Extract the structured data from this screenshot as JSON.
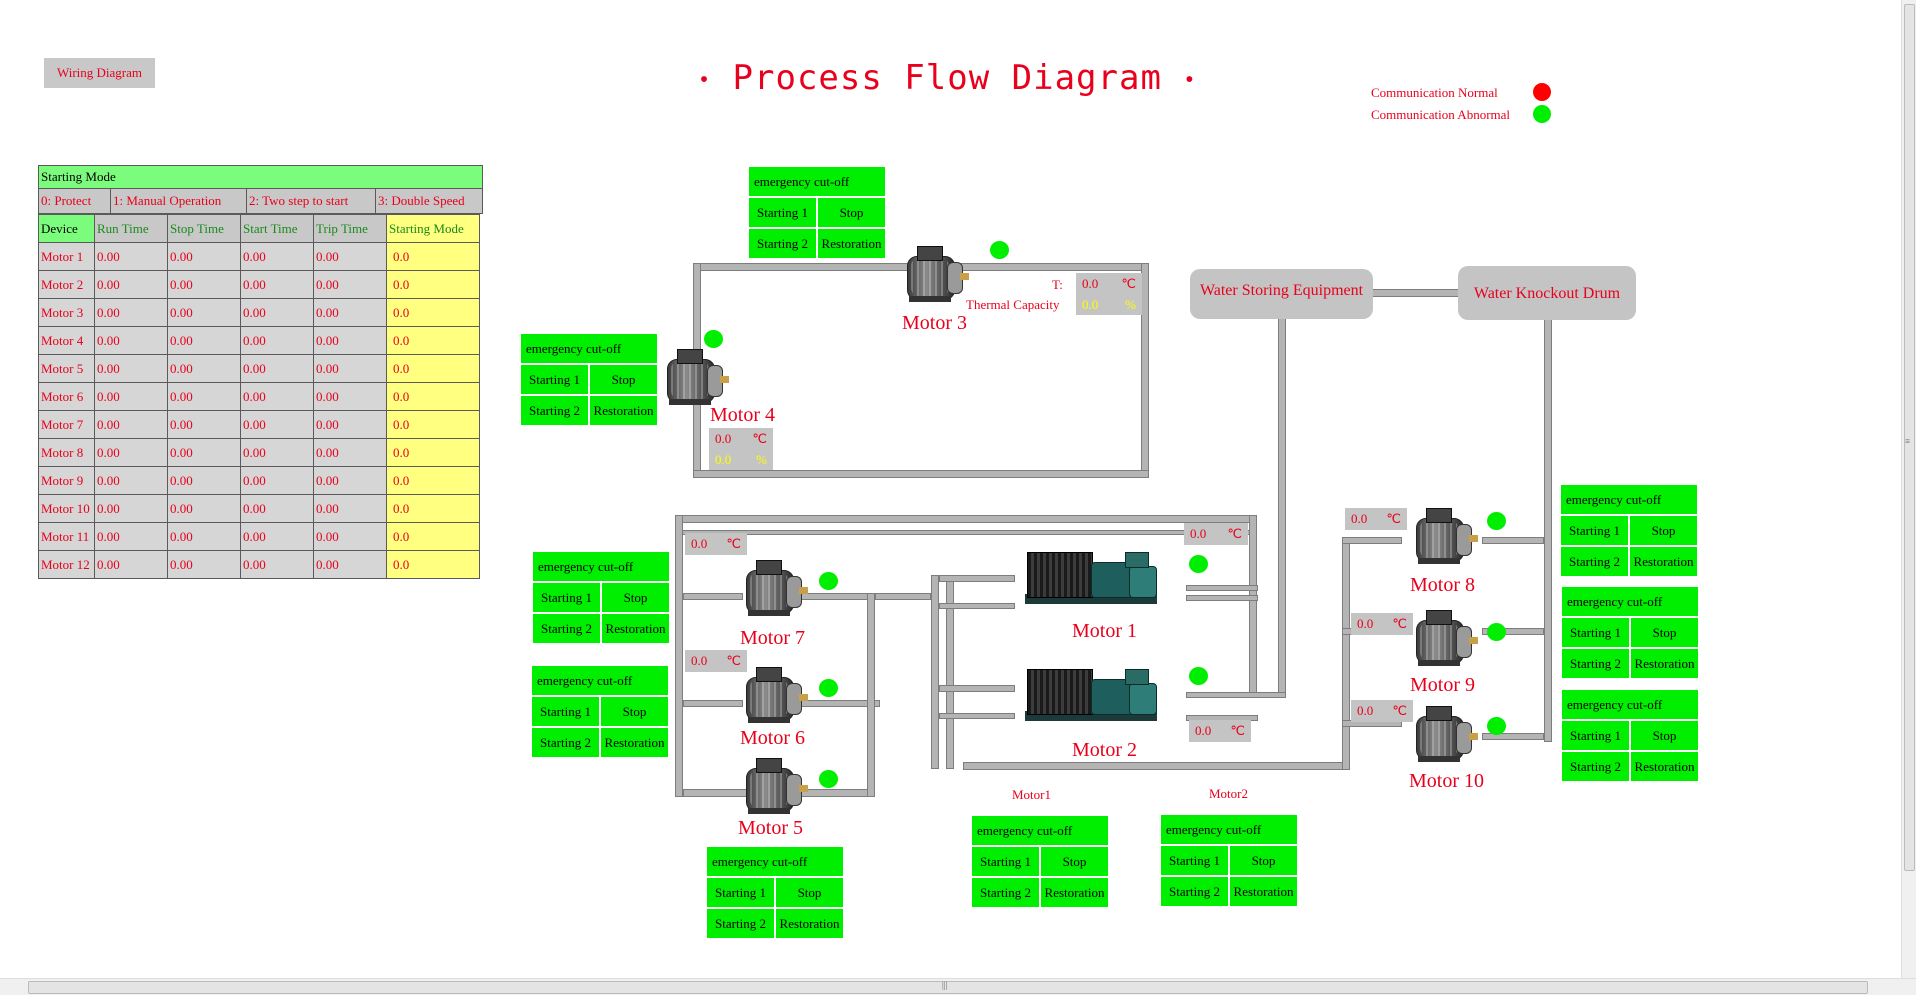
{
  "header": {
    "wiring_button": "Wiring Diagram",
    "title": "Process Flow Diagram",
    "title_bullet": "•"
  },
  "legend": {
    "normal_label": "Communication Normal",
    "abnormal_label": "Communication Abnormal",
    "normal_color": "#ff0000",
    "abnormal_color": "#00ee00"
  },
  "starting_table": {
    "title": "Starting Mode",
    "modes": [
      "0: Protect",
      "1: Manual Operation",
      "2: Two step to start",
      "3: Double Speed"
    ],
    "columns": [
      "Device",
      "Run Time",
      "Stop Time",
      "Start Time",
      "Trip Time",
      "Starting Mode"
    ],
    "rows": [
      {
        "device": "Motor 1",
        "run": "0.00",
        "stop": "0.00",
        "start": "0.00",
        "trip": "0.00",
        "mode": "0.0"
      },
      {
        "device": "Motor 2",
        "run": "0.00",
        "stop": "0.00",
        "start": "0.00",
        "trip": "0.00",
        "mode": "0.0"
      },
      {
        "device": "Motor 3",
        "run": "0.00",
        "stop": "0.00",
        "start": "0.00",
        "trip": "0.00",
        "mode": "0.0"
      },
      {
        "device": "Motor 4",
        "run": "0.00",
        "stop": "0.00",
        "start": "0.00",
        "trip": "0.00",
        "mode": "0.0"
      },
      {
        "device": "Motor 5",
        "run": "0.00",
        "stop": "0.00",
        "start": "0.00",
        "trip": "0.00",
        "mode": "0.0"
      },
      {
        "device": "Motor 6",
        "run": "0.00",
        "stop": "0.00",
        "start": "0.00",
        "trip": "0.00",
        "mode": "0.0"
      },
      {
        "device": "Motor 7",
        "run": "0.00",
        "stop": "0.00",
        "start": "0.00",
        "trip": "0.00",
        "mode": "0.0"
      },
      {
        "device": "Motor 8",
        "run": "0.00",
        "stop": "0.00",
        "start": "0.00",
        "trip": "0.00",
        "mode": "0.0"
      },
      {
        "device": "Motor 9",
        "run": "0.00",
        "stop": "0.00",
        "start": "0.00",
        "trip": "0.00",
        "mode": "0.0"
      },
      {
        "device": "Motor 10",
        "run": "0.00",
        "stop": "0.00",
        "start": "0.00",
        "trip": "0.00",
        "mode": "0.0"
      },
      {
        "device": "Motor 11",
        "run": "0.00",
        "stop": "0.00",
        "start": "0.00",
        "trip": "0.00",
        "mode": "0.0"
      },
      {
        "device": "Motor 12",
        "run": "0.00",
        "stop": "0.00",
        "start": "0.00",
        "trip": "0.00",
        "mode": "0.0"
      }
    ]
  },
  "panel": {
    "emergency": "emergency cut-off",
    "starting1": "Starting 1",
    "stop": "Stop",
    "starting2": "Starting 2",
    "restoration": "Restoration"
  },
  "tanks": {
    "water_storing": "Water Storing Equipment",
    "water_knockout": "Water Knockout Drum"
  },
  "motors": {
    "m1": "Motor 1",
    "m2": "Motor 2",
    "m3": "Motor 3",
    "m4": "Motor 4",
    "m5": "Motor 5",
    "m6": "Motor 6",
    "m7": "Motor 7",
    "m8": "Motor 8",
    "m9": "Motor 9",
    "m10": "Motor 10",
    "gen1_caption": "Motor1",
    "gen2_caption": "Motor2"
  },
  "readouts": {
    "temp_value": "0.0",
    "temp_unit": "℃",
    "pct_value": "0.0",
    "pct_unit": "%",
    "t_label": "T:",
    "thermal_label": "Thermal Capacity"
  },
  "status_color": "#00ee00"
}
